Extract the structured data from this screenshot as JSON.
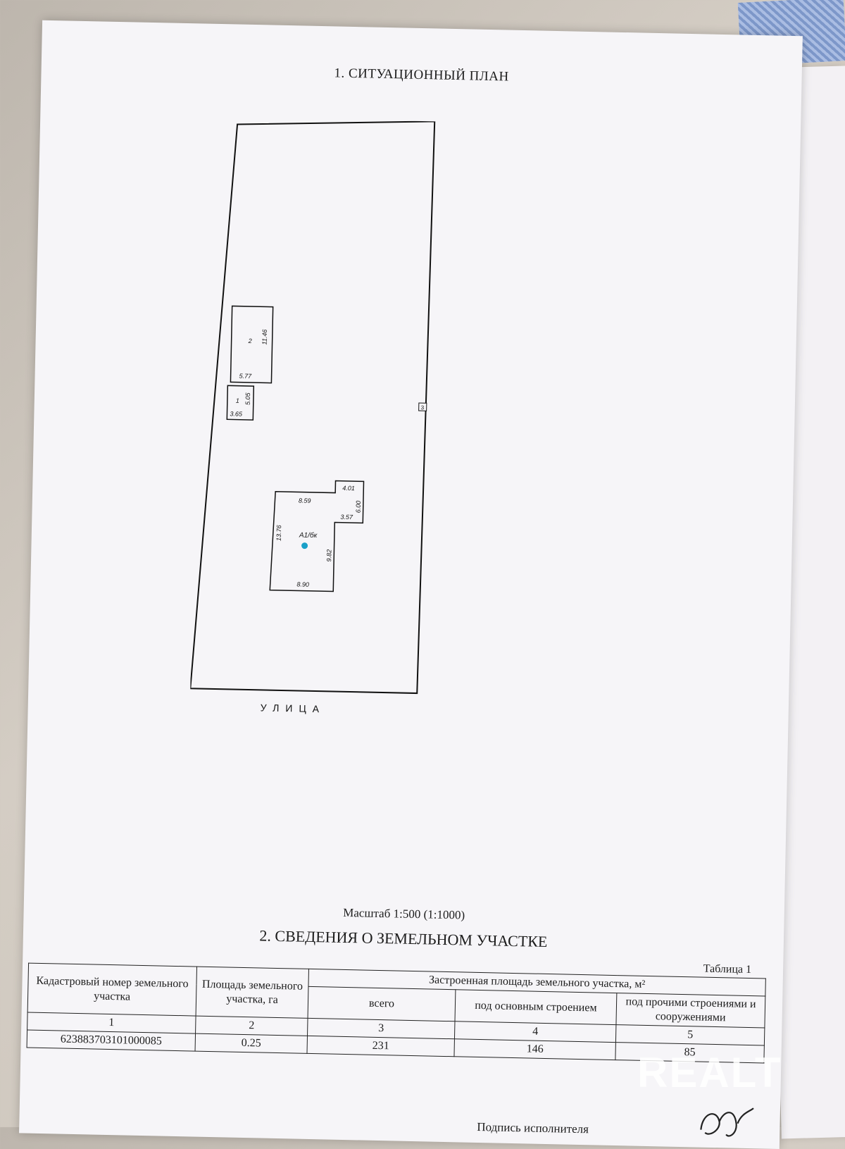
{
  "document": {
    "title": "1. СИТУАЦИОННЫЙ ПЛАН",
    "scale": "Масштаб 1:500 (1:1000)",
    "section_title": "2. СВЕДЕНИЯ О ЗЕМЕЛЬНОМ УЧАСТКЕ",
    "table_caption": "Таблица 1",
    "signature_label": "Подпись исполнителя",
    "watermark": "REALT"
  },
  "plan": {
    "street_label": "УЛИЦА",
    "marker_label": "3",
    "buildings": [
      {
        "id": "1",
        "dims": [
          "5.05",
          "3.65"
        ]
      },
      {
        "id": "2",
        "dims": [
          "11.46",
          "5.77"
        ]
      },
      {
        "id": "А1/бк",
        "dims": [
          "4.01",
          "8.59",
          "6.00",
          "3.57",
          "13.76",
          "9.82",
          "8.90"
        ]
      }
    ]
  },
  "table": {
    "headers": {
      "cadastral": "Кадастровый номер земельного участка",
      "area": "Площадь земельного участка, га",
      "built_group": "Застроенная площадь земельного участка, м²",
      "total": "всего",
      "main": "под основным строением",
      "other": "под прочими строениями и сооружениями"
    },
    "column_numbers": [
      "1",
      "2",
      "3",
      "4",
      "5"
    ],
    "row": {
      "cadastral": "623883703101000085",
      "area": "0.25",
      "total": "231",
      "main": "146",
      "other": "85"
    }
  }
}
